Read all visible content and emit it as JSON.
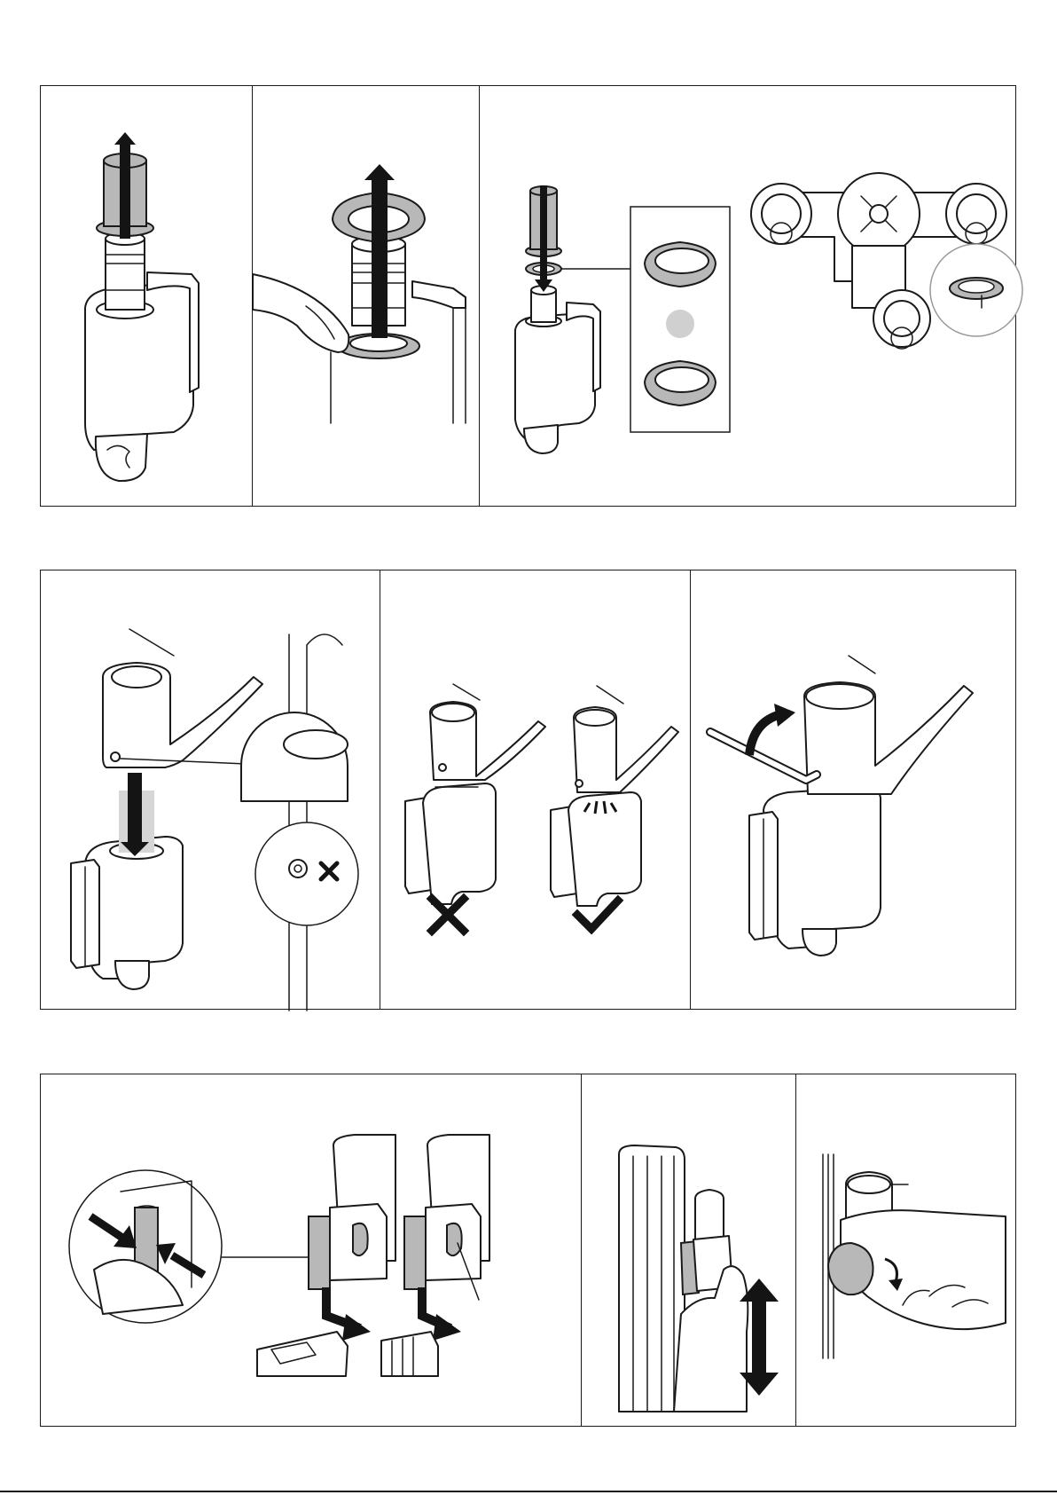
{
  "document": {
    "type": "assembly-instructions",
    "rows": [
      {
        "name": "row-1",
        "steps": [
          {
            "name": "step-remove-insert",
            "icons": [
              "arrow-up-icon",
              "insert-sleeve",
              "clamp-body"
            ]
          },
          {
            "name": "step-remove-ring",
            "icons": [
              "arrow-up-icon",
              "hand-icon",
              "ring-icon"
            ]
          },
          {
            "name": "step-ring-orientation",
            "icons": [
              "arrow-down-icon",
              "ring-icon",
              "ring-icon",
              "dot-icon",
              "bracket-top-view"
            ]
          }
        ]
      },
      {
        "name": "row-2",
        "steps": [
          {
            "name": "step-mount-arm",
            "icons": [
              "arrow-down-icon",
              "magnifier-detail",
              "cross-mark-icon"
            ]
          },
          {
            "name": "step-check-seating",
            "icons": [
              "cross-mark-icon",
              "check-mark-icon"
            ]
          },
          {
            "name": "step-tighten-screw",
            "icons": [
              "rotate-arrow-icon",
              "hex-key-icon"
            ]
          }
        ]
      },
      {
        "name": "row-3",
        "steps": [
          {
            "name": "step-squeeze-clip",
            "icons": [
              "squeeze-arrows-icon",
              "arrow-down-icon",
              "magnifier-detail"
            ]
          },
          {
            "name": "step-slide-on-rail",
            "icons": [
              "up-down-arrow-icon",
              "hand-icon"
            ]
          },
          {
            "name": "step-lock-lever",
            "icons": [
              "rotate-arrow-icon",
              "hand-icon"
            ]
          }
        ]
      }
    ],
    "marks": {
      "wrong": "cross-mark-icon",
      "correct": "check-mark-icon"
    }
  }
}
